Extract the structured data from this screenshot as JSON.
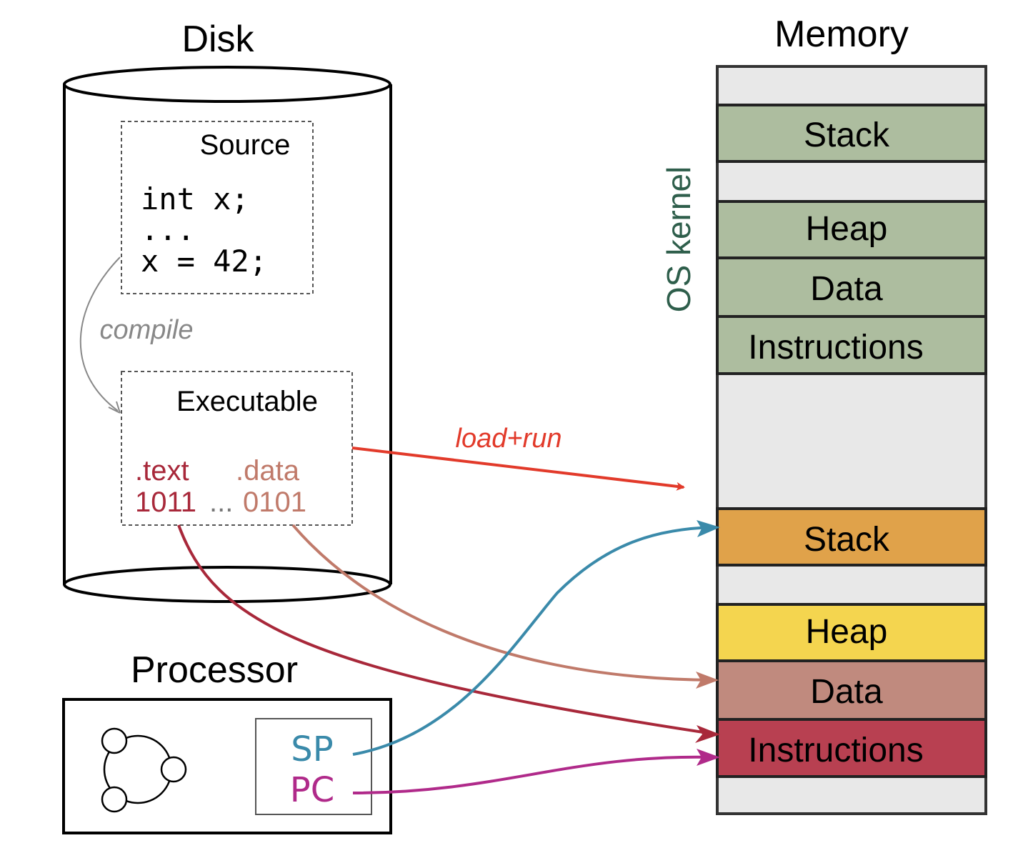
{
  "disk": {
    "title": "Disk",
    "source": {
      "title": "Source",
      "code": [
        "int x;",
        "...",
        "x = 42;"
      ]
    },
    "compile_label": "compile",
    "executable": {
      "title": "Executable",
      "text_label": ".text",
      "data_label": ".data",
      "text_bits": "1011",
      "ellipsis": "...",
      "data_bits": "0101"
    }
  },
  "load_run_label": "load+run",
  "memory": {
    "title": "Memory",
    "kernel_label": "OS kernel",
    "kernel_segments": [
      "Stack",
      "Heap",
      "Data",
      "Instructions"
    ],
    "process_segments": [
      "Stack",
      "Heap",
      "Data",
      "Instructions"
    ]
  },
  "processor": {
    "title": "Processor",
    "sp": "SP",
    "pc": "PC"
  },
  "colors": {
    "kernel_green": "#adbd9f",
    "kernel_text": "#2e5e4b",
    "memory_bg": "#e8e8e8",
    "stack": "#e0a24a",
    "heap": "#f4d54f",
    "data": "#c08a7e",
    "instructions": "#b84051",
    "load_arrow": "#e23a2a",
    "text_red": "#a8283a",
    "data_brown": "#c07a6a",
    "sp_blue": "#3a8aaa",
    "pc_magenta": "#b02a8a",
    "compile_gray": "#888888"
  }
}
